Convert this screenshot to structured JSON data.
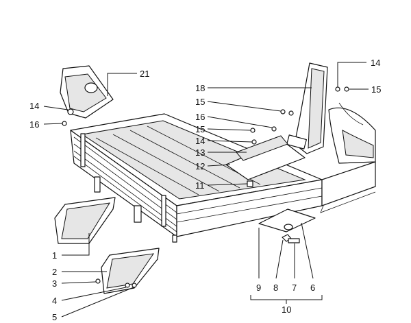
{
  "callouts": {
    "c21": "21",
    "c14_left": "14",
    "c16_left": "16",
    "c14_top_right": "14",
    "c15_top_right": "15",
    "c18": "18",
    "c15_mid": "15",
    "c16_mid": "16",
    "c15_low": "15",
    "c14_low": "14",
    "c13": "13",
    "c12": "12",
    "c11": "11",
    "c1": "1",
    "c2": "2",
    "c3": "3",
    "c4": "4",
    "c5": "5",
    "c9": "9",
    "c8": "8",
    "c7": "7",
    "c6": "6",
    "c10": "10"
  }
}
